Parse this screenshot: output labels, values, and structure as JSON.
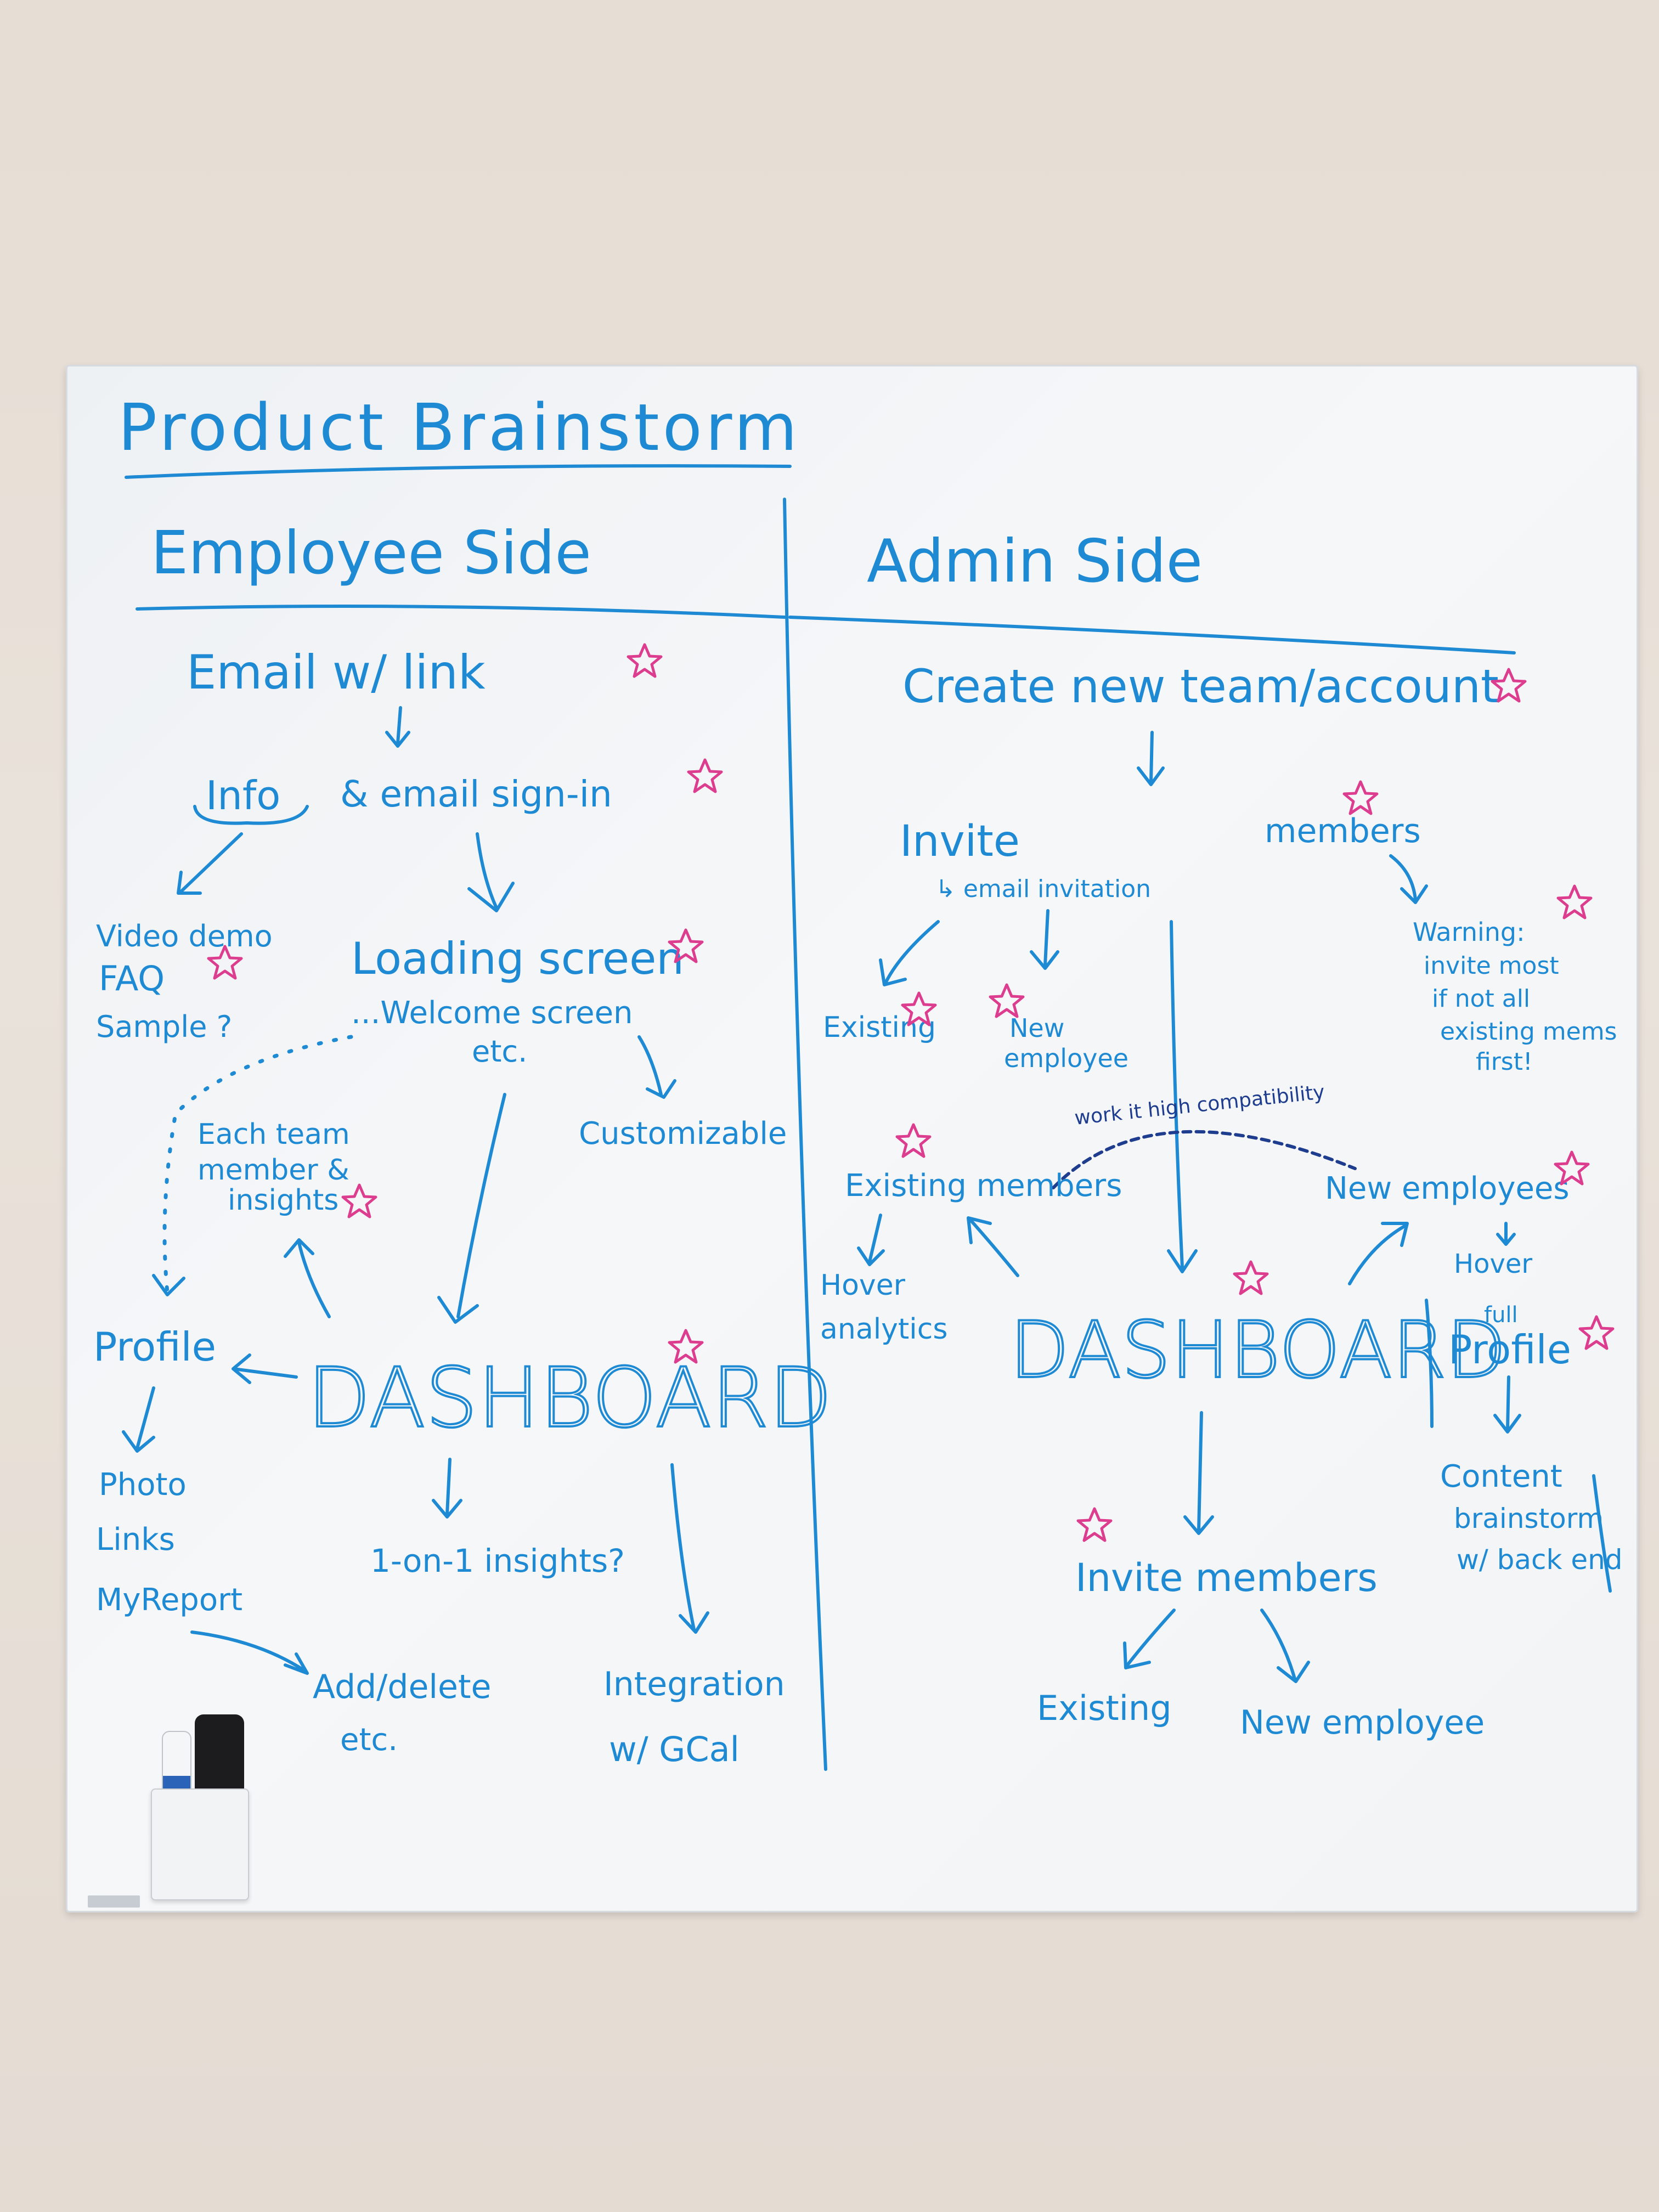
{
  "title": "Product Brainstorm",
  "left": {
    "heading": "Employee Side",
    "email": "Email w/ link",
    "info": "Info",
    "signin": "& email sign-in",
    "resources": [
      "Video demo",
      "FAQ",
      "Sample ?"
    ],
    "loading": "Loading screen",
    "welcome": "...Welcome screen",
    "etc": "etc.",
    "customizable": "Customizable",
    "insights": [
      "Each team",
      "member &",
      "insights"
    ],
    "profile": "Profile",
    "dashboard": "DASHBOARD",
    "profile_items": [
      "Photo",
      "Links",
      "MyReport"
    ],
    "add_delete": [
      "Add/delete",
      "etc."
    ],
    "one_on_one": "1-on-1 insights?",
    "integration": [
      "Integration",
      "w/ GCal"
    ]
  },
  "right": {
    "heading": "Admin Side",
    "create": "Create new team/account",
    "invite": "Invite",
    "email_invitation": "↳ email invitation",
    "members": "members",
    "warning": [
      "Warning:",
      "invite most",
      "if not all",
      "existing mems",
      "first!"
    ],
    "existing": "Existing",
    "new_employee": [
      "New",
      "employee"
    ],
    "compat": "work it high compatibility",
    "existing_members": "Existing members",
    "new_employees": "New employees",
    "hover_analytics": [
      "Hover",
      "analytics"
    ],
    "dashboard": "DASHBOARD",
    "hover_full": [
      "Hover",
      "full"
    ],
    "profile": "Profile",
    "content": [
      "Content",
      "brainstorm",
      "w/ back end"
    ],
    "invite_members": "Invite members",
    "existing2": "Existing",
    "new_employee2": "New employee"
  },
  "ink_color": "#1f8ad4",
  "star_color": "#dd3d8e"
}
